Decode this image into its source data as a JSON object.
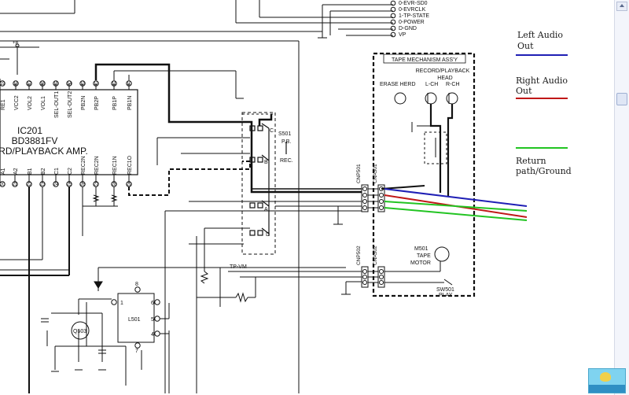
{
  "diagram": {
    "ic": {
      "designator": "IC201",
      "part": "BD3881FV",
      "function": "RD/PLAYBACK AMP.",
      "top_pins": [
        "RE1",
        "VCC2",
        "VOL2",
        "VOL1",
        "SEL-OUT1",
        "SEL-OUT2",
        "PB2N",
        "PB2P",
        "PB1P",
        "PB1N"
      ],
      "top_pin_numbers": [
        "19",
        "18",
        "17",
        "16",
        "15",
        "14",
        "13",
        "12",
        "11",
        "10"
      ],
      "bottom_pins": [
        "A1",
        "A2",
        "B1",
        "B2",
        "C1",
        "C2",
        "REC2N",
        "REC2N",
        "REC1N",
        "REC1O"
      ],
      "bottom_pin_numbers": [
        "20",
        "21",
        "22",
        "23",
        "24",
        "25",
        "26",
        "27",
        "28",
        "29"
      ],
      "supply": "+B"
    },
    "switch": {
      "designator": "S501",
      "pb_label": "P.B.",
      "rec_label": "REC.",
      "sections": [
        "C",
        "B",
        "A",
        "D"
      ]
    },
    "connectors": {
      "top_left": "CNP501",
      "top_right": "CNA501",
      "bottom_left": "CNP502",
      "bottom_right": "CNA502",
      "header_lines": [
        "0-EVR-SD0",
        "0-EVRCLK",
        "1-TP-STATE",
        "0-POWER",
        "D-GND",
        "VP"
      ]
    },
    "tape_assy": {
      "title": "TAPE MECHANISM ASS'Y",
      "heads_title": "RECORD/PLAYBACK",
      "head_label": "HEAD",
      "erase_label": "ERASE HERD",
      "lch": "L-CH",
      "rch": "R-CH",
      "motor_ref": "M501",
      "motor_line1": "TAPE",
      "motor_line2": "MOTOR",
      "switch_ref": "SW501",
      "switch_label": "PLAY"
    },
    "other_labels": {
      "tp_vm": "TP-VM",
      "transistor": "Q503",
      "coil": "L501",
      "coil_pins": [
        "8",
        "6",
        "5",
        "4",
        "7",
        "1"
      ]
    }
  },
  "legend": [
    {
      "line1": "Left Audio",
      "line2": "Out",
      "color": "#1f1fb5"
    },
    {
      "line1": "Right Audio",
      "line2": "Out",
      "color": "#c01818"
    },
    {
      "line1": "Return",
      "line2": "path/Ground",
      "color": "#22c422"
    }
  ]
}
